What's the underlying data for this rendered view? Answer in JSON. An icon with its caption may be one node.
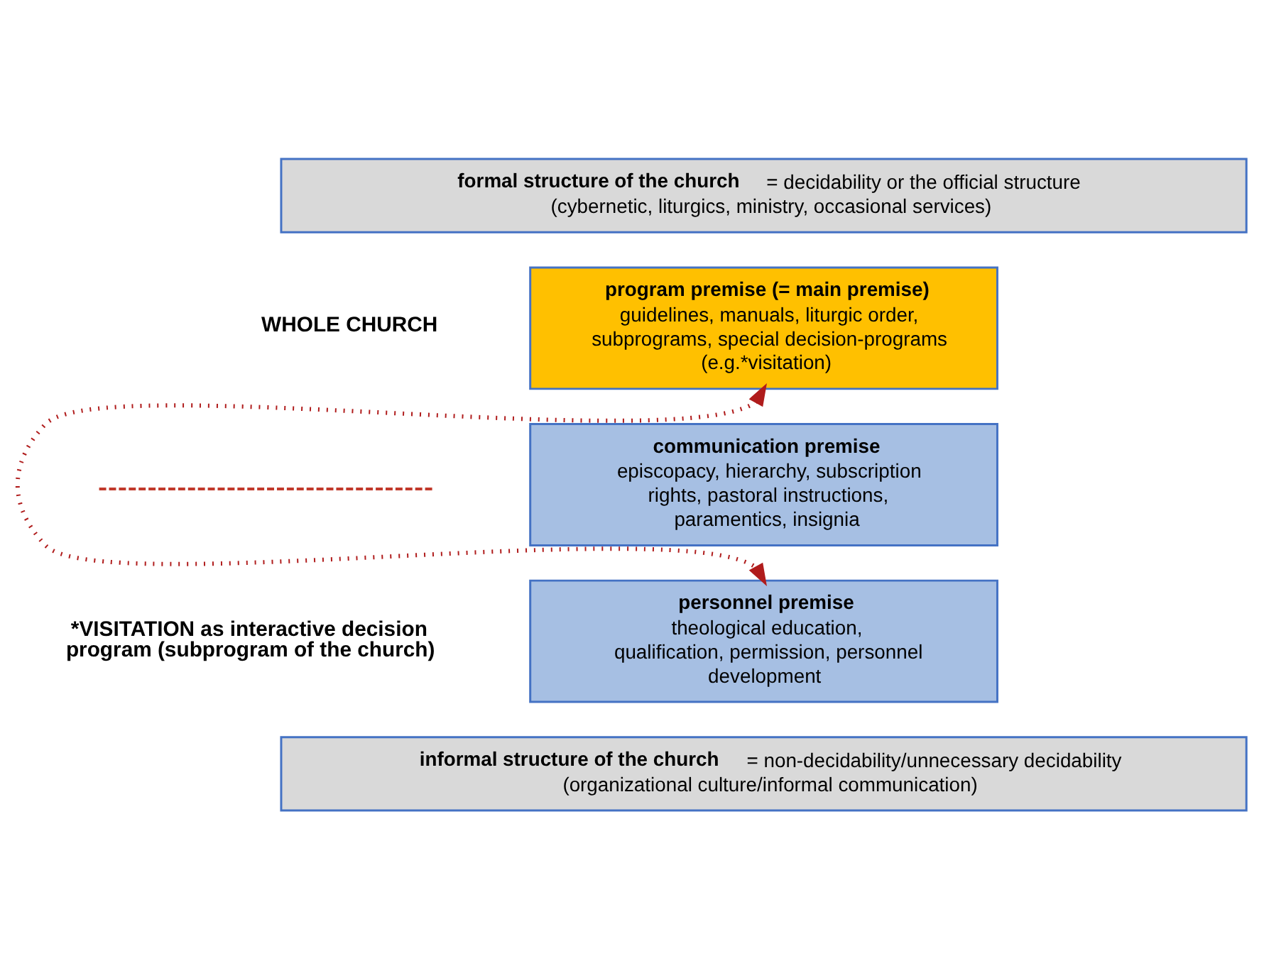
{
  "diagram": {
    "nodes": [
      {
        "text": [
          "**formal structure of the church** = decidability or the official structure (cybernetic, liturgics, ministry, occasional services)"
        ]
      },
      {
        "text": [
          "program premise (= main premise)",
          "guidelines, manuals, liturgic order, subprograms, special decision-programs (e.g.*visitation)"
        ]
      },
      {
        "text": [
          "communication premise",
          "episcopacy, hierarchy, subscription rights, pastoral instructions, paramentics, insignia"
        ]
      },
      {
        "text": [
          "personnel premise",
          "theological education, qualification, permission, personnel development"
        ]
      },
      {
        "text": [
          "**informal structure of the church** = non-decidability/unnecessary decidability (organizational culture/informal communication)"
        ]
      }
    ],
    "edges": [
      {
        "from": 1,
        "to": 3,
        "arrow": "both",
        "style": "dashed",
        "color": "#b01c1c"
      }
    ],
    "labels": [
      "WHOLE CHURCH",
      "*VISITATION as interactive decision program (subprogram of the church)"
    ]
  }
}
